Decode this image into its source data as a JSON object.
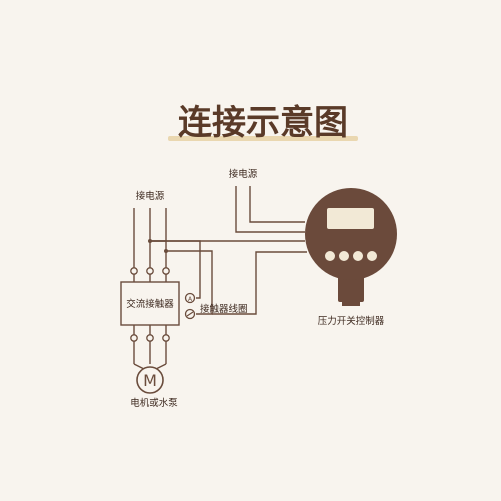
{
  "title": "连接示意图",
  "labels": {
    "power_left": "接电源",
    "power_right": "接电源",
    "contactor": "交流接触器",
    "coil": "接触器线圈",
    "motor_symbol": "M",
    "motor": "电机或水泵",
    "controller": "压力开关控制器"
  },
  "colors": {
    "line": "#6a4c3c",
    "title": "#5a3a28",
    "controller_body": "#6b4a3b",
    "underline": "#ead7b0",
    "background": "#f8f4ee"
  }
}
